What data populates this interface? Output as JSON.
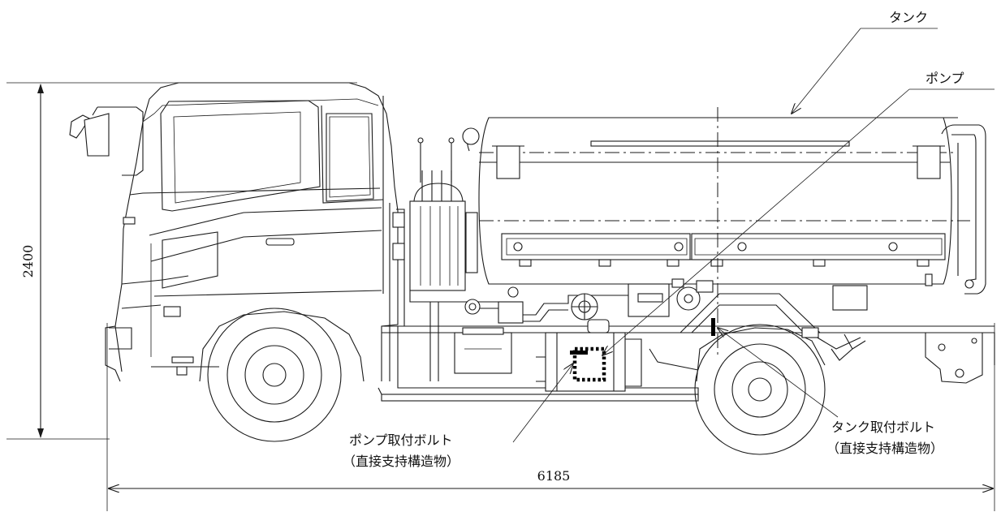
{
  "labels": {
    "tank": "タンク",
    "pump": "ポンプ",
    "pump_bolt": "ポンプ取付ボルト",
    "pump_bolt_note": "（直接支持構造物）",
    "tank_bolt": "タンク取付ボルト",
    "tank_bolt_note": "（直接支持構造物）"
  },
  "dimensions": {
    "height": "2400",
    "length": "6185"
  }
}
